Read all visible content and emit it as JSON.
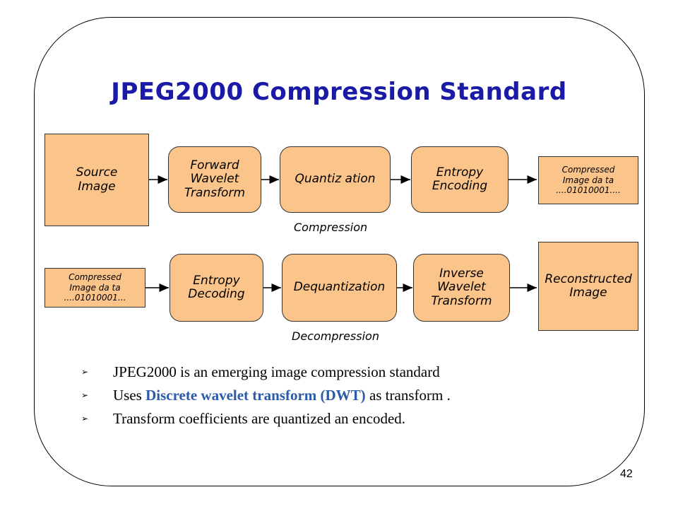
{
  "slide": {
    "title": "JPEG2000 Compression Standard",
    "page_number": "42"
  },
  "diagram": {
    "compression_row": {
      "source": "Source\nImage",
      "forward_wavelet": "Forward\nWavelet\nTransform",
      "quantization": "Quantiz ation",
      "entropy_encoding": "Entropy\nEncoding",
      "compressed_data": "Compressed\nImage da ta\n....01010001....",
      "label": "Compression"
    },
    "decompression_row": {
      "compressed_data": "Compressed\nImage da ta\n....01010001...",
      "entropy_decoding": "Entropy\nDecoding",
      "dequantization": "Dequantization",
      "inverse_wavelet": "Inverse\nWavelet\nTransform",
      "reconstructed": "Reconstructed\nImage",
      "label": "Decompression"
    },
    "colors": {
      "box_fill": "#fbc48a",
      "box_border": "#333333"
    }
  },
  "bullets": {
    "item1": "JPEG2000 is an emerging image compression standard",
    "item2_before": "Uses ",
    "item2_highlight": "Discrete wavelet transform (DWT)",
    "item2_after": " as transform .",
    "item3": "Transform coefficients are quantized an encoded.",
    "marker": "➢"
  },
  "colors": {
    "title": "#1a1aa6",
    "highlight": "#2a5aa8"
  }
}
